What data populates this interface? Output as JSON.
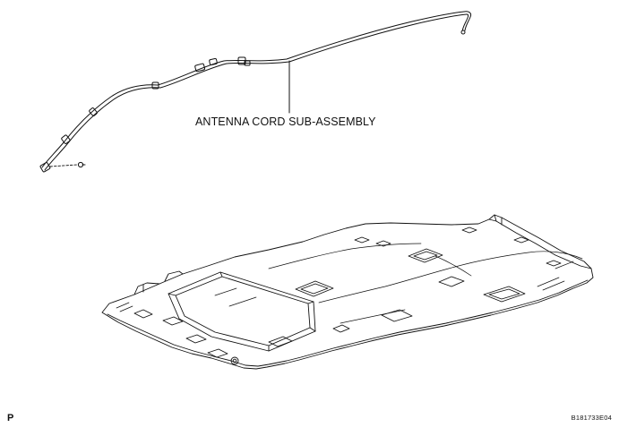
{
  "diagram": {
    "callout_label": "ANTENNA CORD SUB-ASSEMBLY",
    "corner_left_mark": "P",
    "corner_right_code": "B181733E04"
  }
}
